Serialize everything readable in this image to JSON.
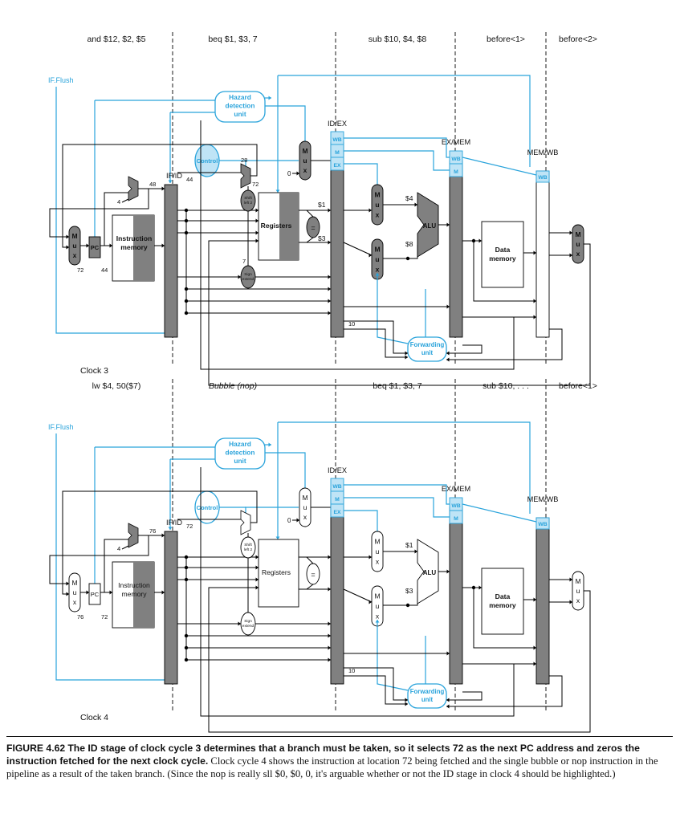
{
  "colors": {
    "accent": "#29a3db",
    "fill_light": "#bfe4f6",
    "gray": "#808080",
    "line": "#000000"
  },
  "panels": [
    {
      "stage_labels": [
        "and $12, $2, $5",
        "beq $1, $3, 7",
        "sub $10, $4, $8",
        "before<1>",
        "before<2>"
      ],
      "clock_label": "Clock 3",
      "if_flush": "IF.Flush",
      "hazard": [
        "Hazard",
        "detection",
        "unit"
      ],
      "control": "Control",
      "registers": "Registers",
      "instruction_memory": [
        "Instruction",
        "memory"
      ],
      "data_memory": [
        "Data",
        "memory"
      ],
      "alu": "ALU",
      "forwarding": [
        "Forwarding",
        "unit"
      ],
      "pc": "PC",
      "mux": [
        "M",
        "u",
        "x"
      ],
      "shift": [
        "Shift",
        "left 2"
      ],
      "sign": [
        "Sign",
        "extend"
      ],
      "pipe_regs": [
        "IF/ID",
        "ID/EX",
        "EX/MEM",
        "MEM/WB"
      ],
      "ctrl_fields": [
        "WB",
        "M",
        "EX"
      ],
      "eq": "=",
      "values": {
        "pc_in": "72",
        "pc_out": "44",
        "adder_out": "48",
        "ifid_val": "44",
        "branch_add": "28",
        "branch_out": "72",
        "reg1": "$1",
        "reg2": "$3",
        "ex1": "$4",
        "ex2": "$8",
        "imm": "7",
        "rd": "10",
        "four": "4",
        "zero": "0"
      }
    },
    {
      "stage_labels": [
        "lw $4, 50($7)",
        "Bubble (nop)",
        "beq $1, $3, 7",
        "sub $10, . . .",
        "before<1>"
      ],
      "clock_label": "Clock 4",
      "if_flush": "IF.Flush",
      "hazard": [
        "Hazard",
        "detection",
        "unit"
      ],
      "control": "Control",
      "registers": "Registers",
      "instruction_memory": [
        "Instruction",
        "memory"
      ],
      "data_memory": [
        "Data",
        "memory"
      ],
      "alu": "ALU",
      "forwarding": [
        "Forwarding",
        "unit"
      ],
      "pc": "PC",
      "mux": [
        "M",
        "u",
        "x"
      ],
      "shift": [
        "Shift",
        "left 2"
      ],
      "sign": [
        "Sign",
        "extend"
      ],
      "pipe_regs": [
        "IF/ID",
        "ID/EX",
        "EX/MEM",
        "MEM/WB"
      ],
      "ctrl_fields": [
        "WB",
        "M",
        "EX"
      ],
      "eq": "=",
      "values": {
        "pc_in": "76",
        "pc_out": "72",
        "adder_out": "76",
        "ifid_val": "72",
        "branch_add": "",
        "branch_out": "",
        "reg1": "",
        "reg2": "",
        "ex1": "$1",
        "ex2": "$3",
        "imm": "",
        "rd": "10",
        "four": "4",
        "zero": "0"
      }
    }
  ],
  "caption": {
    "label": "FIGURE 4.62",
    "bold": "The ID stage of clock cycle 3 determines that a branch must be taken, so it selects 72 as the next PC address and zeros the instruction fetched for the next clock cycle.",
    "text": "Clock cycle 4 shows the instruction at location 72 being fetched and the single bubble or nop instruction in the pipeline as a result of the taken branch. (Since the nop is really sll $0, $0, 0, it's arguable whether or not the ID stage in clock 4 should be highlighted.)"
  }
}
